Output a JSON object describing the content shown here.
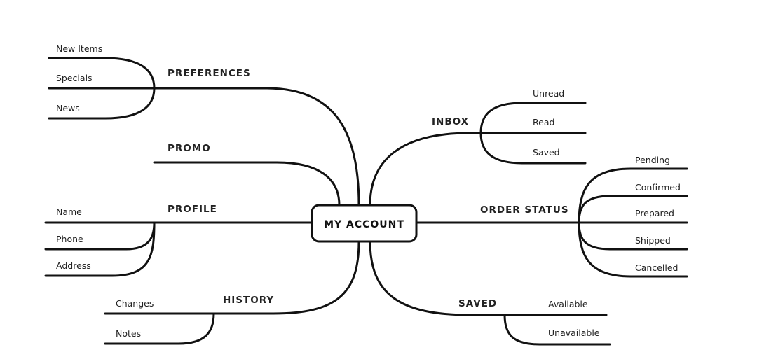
{
  "center": {
    "label": "MY ACCOUNT"
  },
  "branches": {
    "preferences": {
      "label": "PREFERENCES",
      "items": [
        "New Items",
        "Specials",
        "News"
      ]
    },
    "promo": {
      "label": "PROMO"
    },
    "profile": {
      "label": "PROFILE",
      "items": [
        "Name",
        "Phone",
        "Address"
      ]
    },
    "history": {
      "label": "HISTORY",
      "items": [
        "Changes",
        "Notes"
      ]
    },
    "inbox": {
      "label": "INBOX",
      "items": [
        "Unread",
        "Read",
        "Saved"
      ]
    },
    "order_status": {
      "label": "ORDER STATUS",
      "items": [
        "Pending",
        "Confirmed",
        "Prepared",
        "Shipped",
        "Cancelled"
      ]
    },
    "saved": {
      "label": "SAVED",
      "items": [
        "Available",
        "Unavailable"
      ]
    }
  },
  "colors": {
    "line": "#111111",
    "text": "#222222",
    "background": "#ffffff"
  }
}
